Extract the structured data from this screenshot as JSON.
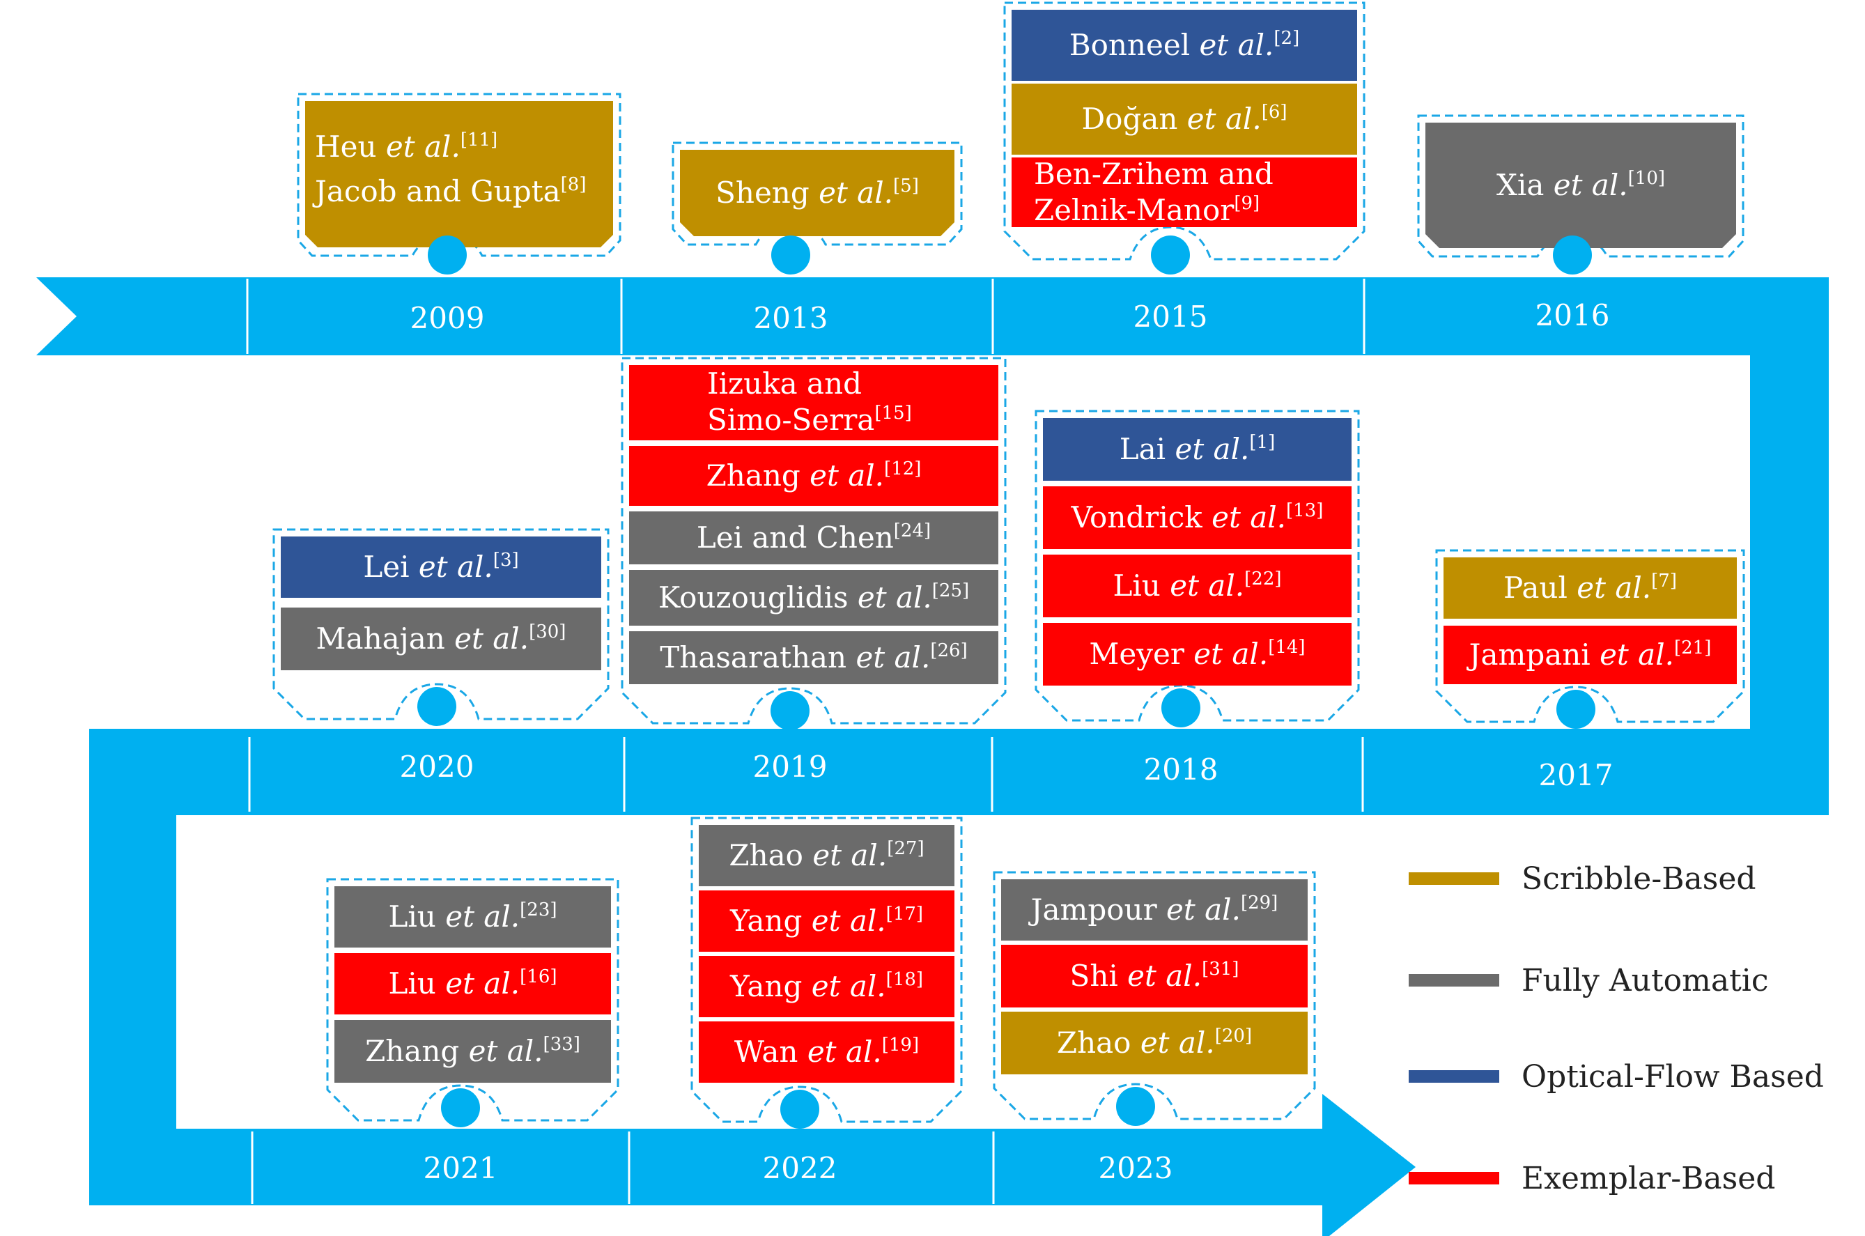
{
  "colors": {
    "Scribble-Based": "#BF8F00",
    "Fully Automatic": "#6B6B6B",
    "Optical-Flow Based": "#2F5597",
    "Exemplar-Based": "#FF0000",
    "band": "#00B0F0",
    "outline": "#1AA7E6"
  },
  "legend": [
    {
      "label": "Scribble-Based",
      "category": "Scribble-Based"
    },
    {
      "label": "Fully Automatic",
      "category": "Fully Automatic"
    },
    {
      "label": "Optical-Flow Based",
      "category": "Optical-Flow Based"
    },
    {
      "label": "Exemplar-Based",
      "category": "Exemplar-Based"
    }
  ],
  "years": [
    {
      "year": "2009",
      "row": 0,
      "entries": [
        {
          "author": "Heu",
          "etal": true,
          "ref": "[11]",
          "category": "Scribble-Based"
        },
        {
          "author": "Jacob and Gupta",
          "etal": false,
          "ref": "[8]",
          "category": "Scribble-Based"
        }
      ]
    },
    {
      "year": "2013",
      "row": 0,
      "entries": [
        {
          "author": "Sheng",
          "etal": true,
          "ref": "[5]",
          "category": "Scribble-Based"
        }
      ]
    },
    {
      "year": "2015",
      "row": 0,
      "entries": [
        {
          "author": "Bonneel",
          "etal": true,
          "ref": "[2]",
          "category": "Optical-Flow Based"
        },
        {
          "author": "Doğan",
          "etal": true,
          "ref": "[6]",
          "category": "Scribble-Based"
        },
        {
          "author": "Ben-Zrihem and Zelnik-Manor",
          "etal": false,
          "ref": "[9]",
          "category": "Exemplar-Based"
        }
      ]
    },
    {
      "year": "2016",
      "row": 0,
      "entries": [
        {
          "author": "Xia",
          "etal": true,
          "ref": "[10]",
          "category": "Fully Automatic"
        }
      ]
    },
    {
      "year": "2020",
      "row": 1,
      "entries": [
        {
          "author": "Lei",
          "etal": true,
          "ref": "[3]",
          "category": "Optical-Flow Based"
        },
        {
          "author": "Mahajan",
          "etal": true,
          "ref": "[30]",
          "category": "Fully Automatic"
        }
      ]
    },
    {
      "year": "2019",
      "row": 1,
      "entries": [
        {
          "author": "Iizuka and Simo-Serra",
          "etal": false,
          "ref": "[15]",
          "category": "Exemplar-Based"
        },
        {
          "author": "Zhang",
          "etal": true,
          "ref": "[12]",
          "category": "Exemplar-Based"
        },
        {
          "author": "Lei and Chen",
          "etal": false,
          "ref": "[24]",
          "category": "Fully Automatic"
        },
        {
          "author": "Kouzouglidis",
          "etal": true,
          "ref": "[25]",
          "category": "Fully Automatic"
        },
        {
          "author": "Thasarathan",
          "etal": true,
          "ref": "[26]",
          "category": "Fully Automatic"
        }
      ]
    },
    {
      "year": "2018",
      "row": 1,
      "entries": [
        {
          "author": "Lai",
          "etal": true,
          "ref": "[1]",
          "category": "Optical-Flow Based"
        },
        {
          "author": "Vondrick",
          "etal": true,
          "ref": "[13]",
          "category": "Exemplar-Based"
        },
        {
          "author": "Liu",
          "etal": true,
          "ref": "[22]",
          "category": "Exemplar-Based"
        },
        {
          "author": "Meyer",
          "etal": true,
          "ref": "[14]",
          "category": "Exemplar-Based"
        }
      ]
    },
    {
      "year": "2017",
      "row": 1,
      "entries": [
        {
          "author": "Paul",
          "etal": true,
          "ref": "[7]",
          "category": "Scribble-Based"
        },
        {
          "author": "Jampani",
          "etal": true,
          "ref": "[21]",
          "category": "Exemplar-Based"
        }
      ]
    },
    {
      "year": "2021",
      "row": 2,
      "entries": [
        {
          "author": "Liu",
          "etal": true,
          "ref": "[23]",
          "category": "Fully Automatic"
        },
        {
          "author": "Liu",
          "etal": true,
          "ref": "[16]",
          "category": "Exemplar-Based"
        },
        {
          "author": "Zhang",
          "etal": true,
          "ref": "[33]",
          "category": "Fully Automatic"
        }
      ]
    },
    {
      "year": "2022",
      "row": 2,
      "entries": [
        {
          "author": "Zhao",
          "etal": true,
          "ref": "[27]",
          "category": "Fully Automatic"
        },
        {
          "author": "Yang",
          "etal": true,
          "ref": "[17]",
          "category": "Exemplar-Based"
        },
        {
          "author": "Yang",
          "etal": true,
          "ref": "[18]",
          "category": "Exemplar-Based"
        },
        {
          "author": "Wan",
          "etal": true,
          "ref": "[19]",
          "category": "Exemplar-Based"
        }
      ]
    },
    {
      "year": "2023",
      "row": 2,
      "entries": [
        {
          "author": "Jampour",
          "etal": true,
          "ref": "[29]",
          "category": "Fully Automatic"
        },
        {
          "author": "Shi",
          "etal": true,
          "ref": "[31]",
          "category": "Exemplar-Based"
        },
        {
          "author": "Zhao",
          "etal": true,
          "ref": "[20]",
          "category": "Scribble-Based"
        }
      ]
    }
  ],
  "etal_text": "et al."
}
